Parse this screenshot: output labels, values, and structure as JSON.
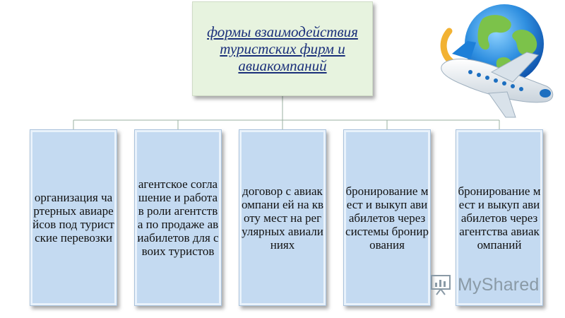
{
  "diagram": {
    "root": {
      "label": "формы взаимодействия туристских фирм и авиакомпаний"
    },
    "children": [
      {
        "label": "организация чартерных авиарейсов под туристские перевозки"
      },
      {
        "label": "агентское соглашение и работа в роли агентства по продаже авиабилетов для своих туристов"
      },
      {
        "label": "договор с авиакомпани ей на квоту мест на регулярных авиалиниях"
      },
      {
        "label": "бронирование мест и выкуп авиабилетов через системы бронирования"
      },
      {
        "label": "бронирование мест и выкуп авиабилетов через агентства авиакомпаний"
      }
    ]
  },
  "watermark": {
    "text": "MyShared"
  },
  "colors": {
    "root_fill": "#e7f3df",
    "child_fill": "#c4daf1",
    "root_text": "#1a2f7a",
    "connector": "#9ab0a0"
  }
}
